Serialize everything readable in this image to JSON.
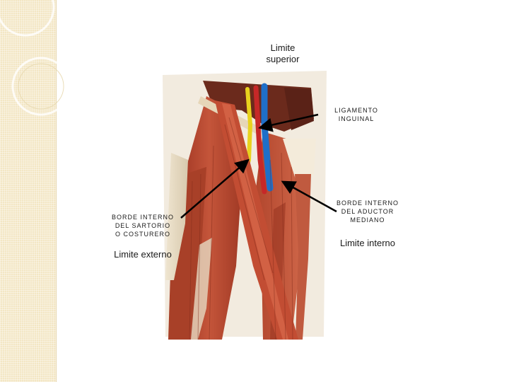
{
  "labels": {
    "superior": "Limite\nsuperior",
    "ligament": "LIGAMENTO\nINGUINAL",
    "adductor": "BORDE INTERNO\nDEL ADUCTOR\nMEDIANO",
    "internal": "Limite interno",
    "sartorius": "BORDE INTERNO\nDEL SARTORIO\nO COSTURERO",
    "external": "Limite externo"
  },
  "colors": {
    "panel": "#f3e6c4",
    "muscle": "#b8432a",
    "artery": "#c62828",
    "vein": "#1f6fc9",
    "nerve": "#e8d21e"
  }
}
